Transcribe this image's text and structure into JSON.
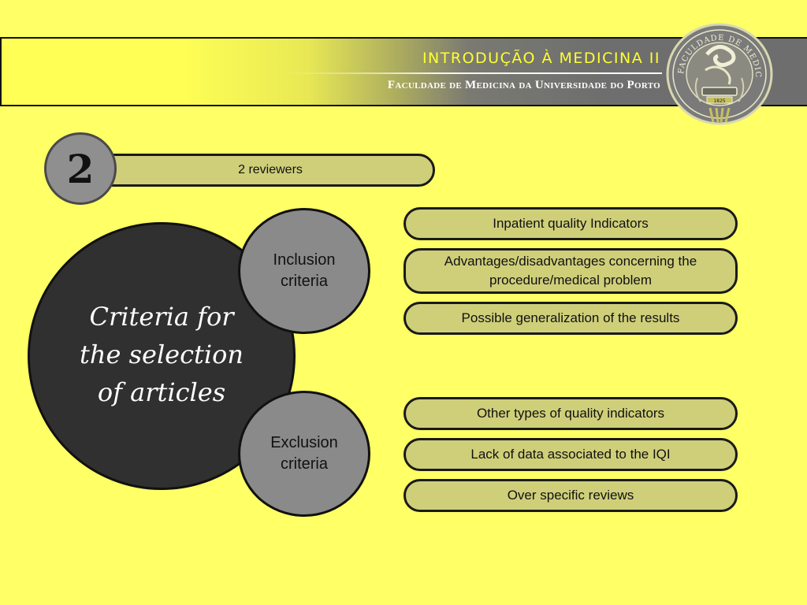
{
  "header": {
    "title": "INTRODUÇÃO À MEDICINA II",
    "subtitle": "Faculdade de Medicina da Universidade do Porto",
    "seal_text": "FACULDADE DE MEDICINA DO PORTO",
    "seal_year": "1825"
  },
  "step": {
    "number": "2",
    "label": "2 reviewers"
  },
  "main": {
    "line1": "Criteria for",
    "line2": "the selection",
    "line3": "of  articles"
  },
  "inclusion": {
    "label_line1": "Inclusion",
    "label_line2": "criteria",
    "items": [
      "Inpatient quality Indicators",
      "Advantages/disadvantages concerning the procedure/medical problem",
      "Possible generalization of the results"
    ]
  },
  "exclusion": {
    "label_line1": "Exclusion",
    "label_line2": "criteria",
    "items": [
      "Other types of quality indicators",
      "Lack of data associated to the IQI",
      "Over specific reviews"
    ]
  },
  "colors": {
    "background": "#ffff66",
    "pill_fill": "#cfcf7a",
    "dark_circle": "#303030",
    "grey_circle": "#8a8a8a",
    "header_title": "#ffff33"
  }
}
